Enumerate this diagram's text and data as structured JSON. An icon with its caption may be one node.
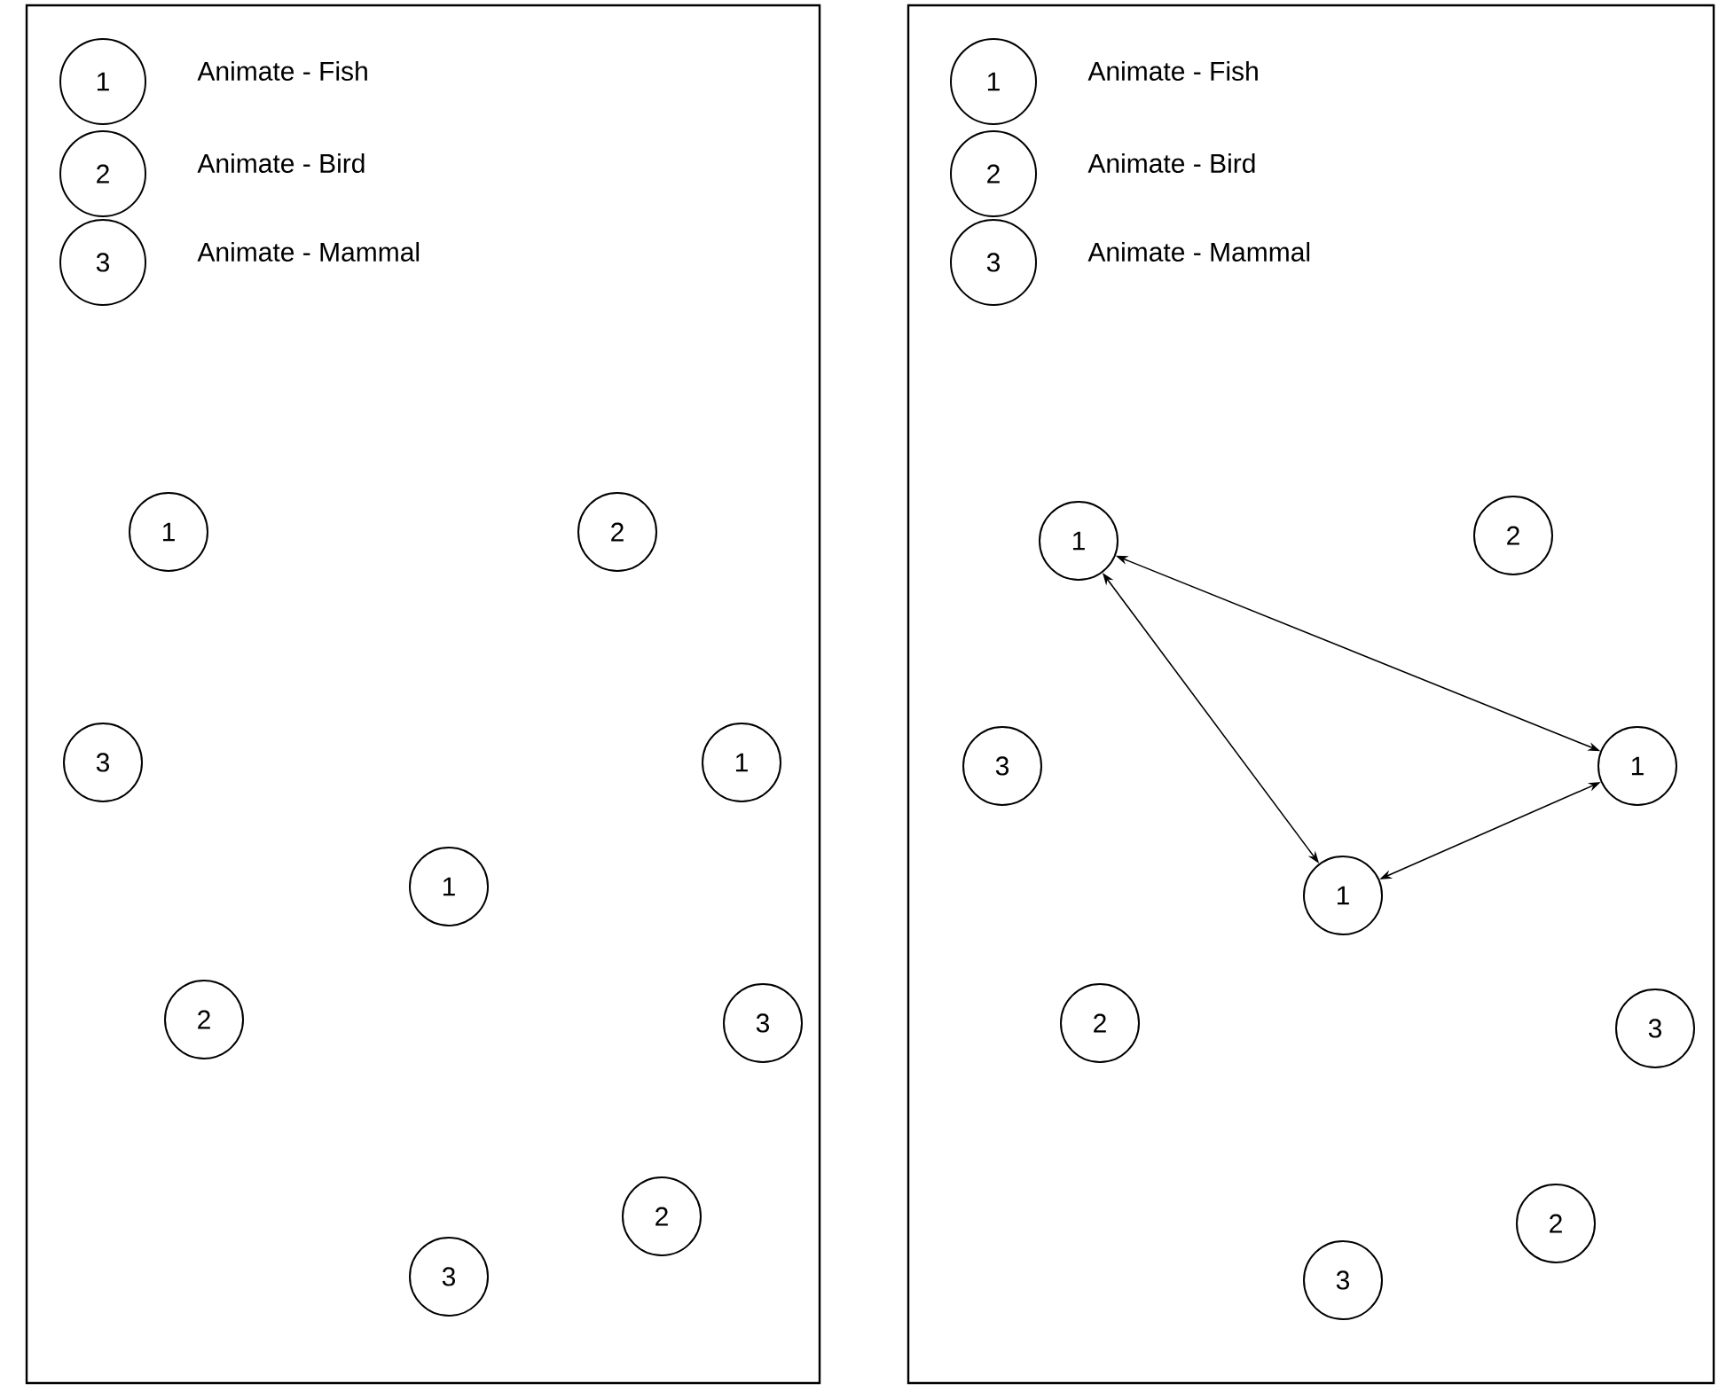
{
  "diagram": {
    "nodes": [
      {
        "text": [],
        "shape": "box"
      },
      {
        "text": [
          "1"
        ],
        "beside": [
          "Animate - Fish"
        ],
        "in": 0
      },
      {
        "text": [
          "2"
        ],
        "beside": [
          "Animate - Bird"
        ],
        "in": 0
      },
      {
        "text": [
          "3"
        ],
        "beside": [
          "Animate - Mammal"
        ],
        "in": 0
      },
      {
        "text": [
          "1"
        ],
        "in": 0
      },
      {
        "text": [
          "2"
        ],
        "in": 0
      },
      {
        "text": [
          "3"
        ],
        "in": 0
      },
      {
        "text": [
          "1"
        ],
        "in": 0
      },
      {
        "text": [
          "1"
        ],
        "in": 0
      },
      {
        "text": [
          "2"
        ],
        "in": 0
      },
      {
        "text": [
          "3"
        ],
        "in": 0
      },
      {
        "text": [
          "2"
        ],
        "in": 0
      },
      {
        "text": [
          "3"
        ],
        "in": 0
      },
      {
        "text": [],
        "shape": "box"
      },
      {
        "text": [
          "1"
        ],
        "beside": [
          "Animate - Fish"
        ],
        "in": 13
      },
      {
        "text": [
          "2"
        ],
        "beside": [
          "Animate - Bird"
        ],
        "in": 13
      },
      {
        "text": [
          "3"
        ],
        "beside": [
          "Animate - Mammal"
        ],
        "in": 13
      },
      {
        "text": [
          "1"
        ],
        "in": 13
      },
      {
        "text": [
          "2"
        ],
        "in": 13
      },
      {
        "text": [
          "3"
        ],
        "in": 13
      },
      {
        "text": [
          "1"
        ],
        "in": 13
      },
      {
        "text": [
          "1"
        ],
        "in": 13
      },
      {
        "text": [
          "2"
        ],
        "in": 13
      },
      {
        "text": [
          "3"
        ],
        "in": 13
      },
      {
        "text": [
          "2"
        ],
        "in": 13
      },
      {
        "text": [
          "3"
        ],
        "in": 13
      }
    ],
    "edges": [
      {
        "from": 17,
        "to": 20,
        "arrow": "both"
      },
      {
        "from": 17,
        "to": 21,
        "arrow": "both"
      },
      {
        "from": 21,
        "to": 20,
        "arrow": "both"
      }
    ]
  }
}
